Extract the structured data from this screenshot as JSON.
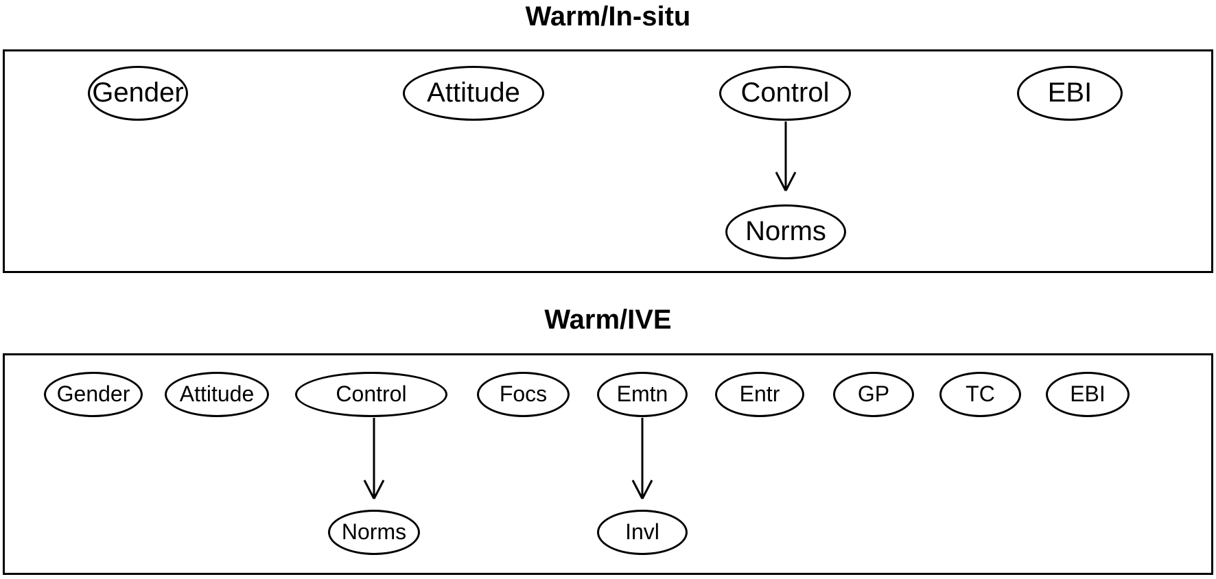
{
  "page": {
    "background_color": "#ffffff",
    "stroke_color": "#000000"
  },
  "panels": [
    {
      "title": "Warm/In-situ",
      "nodes": {
        "gender": "Gender",
        "attitude": "Attitude",
        "control": "Control",
        "ebi": "EBI",
        "norms": "Norms"
      },
      "edges": [
        {
          "from": "Control",
          "to": "Norms"
        }
      ]
    },
    {
      "title": "Warm/IVE",
      "nodes": {
        "gender": "Gender",
        "attitude": "Attitude",
        "control": "Control",
        "focs": "Focs",
        "emtn": "Emtn",
        "entr": "Entr",
        "gp": "GP",
        "tc": "TC",
        "ebi": "EBI",
        "norms": "Norms",
        "invl": "Invl"
      },
      "edges": [
        {
          "from": "Control",
          "to": "Norms"
        },
        {
          "from": "Emtn",
          "to": "Invl"
        }
      ]
    }
  ]
}
